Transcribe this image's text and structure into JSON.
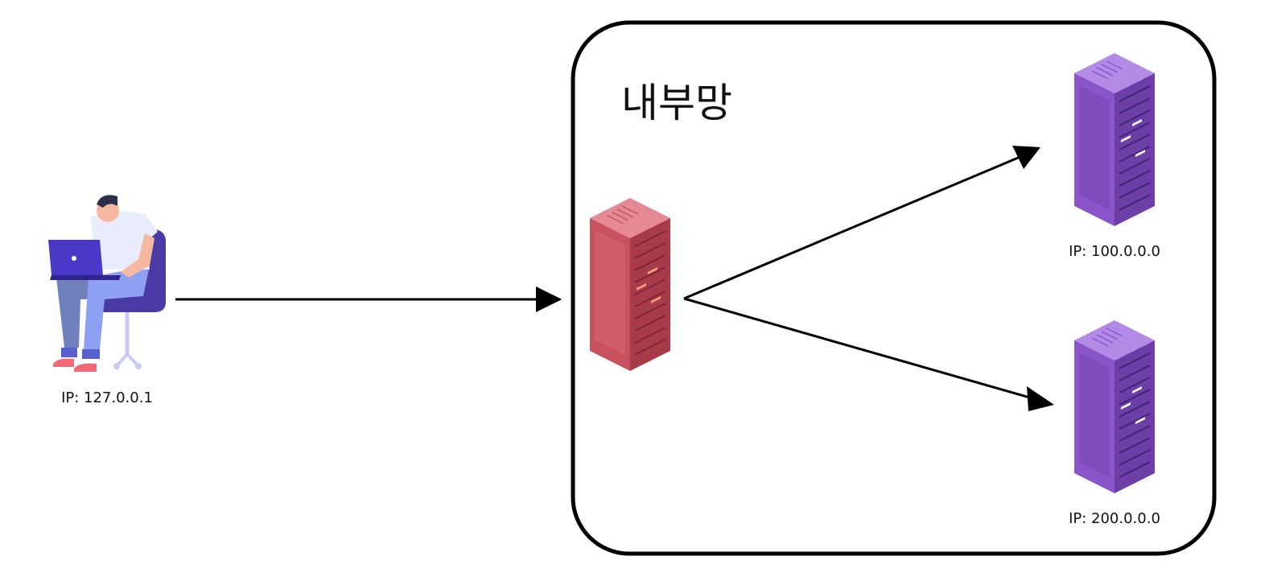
{
  "network": {
    "title": "내부망"
  },
  "nodes": {
    "client": {
      "ip_label": "IP: 127.0.0.1",
      "icon": "user-laptop-icon"
    },
    "gateway": {
      "icon": "server-rack-icon",
      "color": "#c9505f"
    },
    "server_a": {
      "ip_label": "IP: 100.0.0.0",
      "icon": "server-rack-icon",
      "color": "#8a55c8"
    },
    "server_b": {
      "ip_label": "IP: 200.0.0.0",
      "icon": "server-rack-icon",
      "color": "#8a55c8"
    }
  },
  "edges": [
    {
      "from": "client",
      "to": "gateway"
    },
    {
      "from": "gateway",
      "to": "server_a"
    },
    {
      "from": "gateway",
      "to": "server_b"
    }
  ]
}
